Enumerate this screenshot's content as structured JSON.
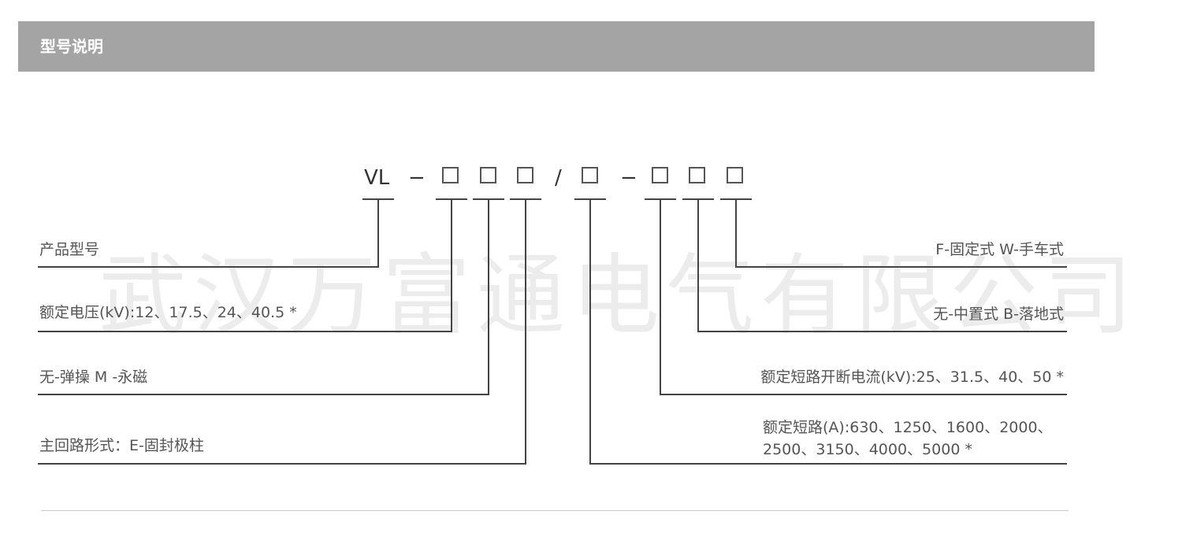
{
  "header": {
    "title": "型号说明"
  },
  "watermark": "武汉万富通电气有限公司",
  "code": {
    "prefix": "VL",
    "dash1": "−",
    "slash": "/",
    "dash2": "−"
  },
  "labels_left": [
    "产品型号",
    "额定电压(kV):12、17.5、24、40.5 *",
    "无-弹操   M -永磁",
    "主回路形式：E-固封极柱"
  ],
  "labels_right": [
    "F-固定式 W-手车式",
    "无-中置式 B-落地式",
    "额定短路开断电流(kV):25、31.5、40、50 *",
    "额定短路(A):630、1250、1600、2000、",
    "2500、3150、4000、5000 *"
  ]
}
